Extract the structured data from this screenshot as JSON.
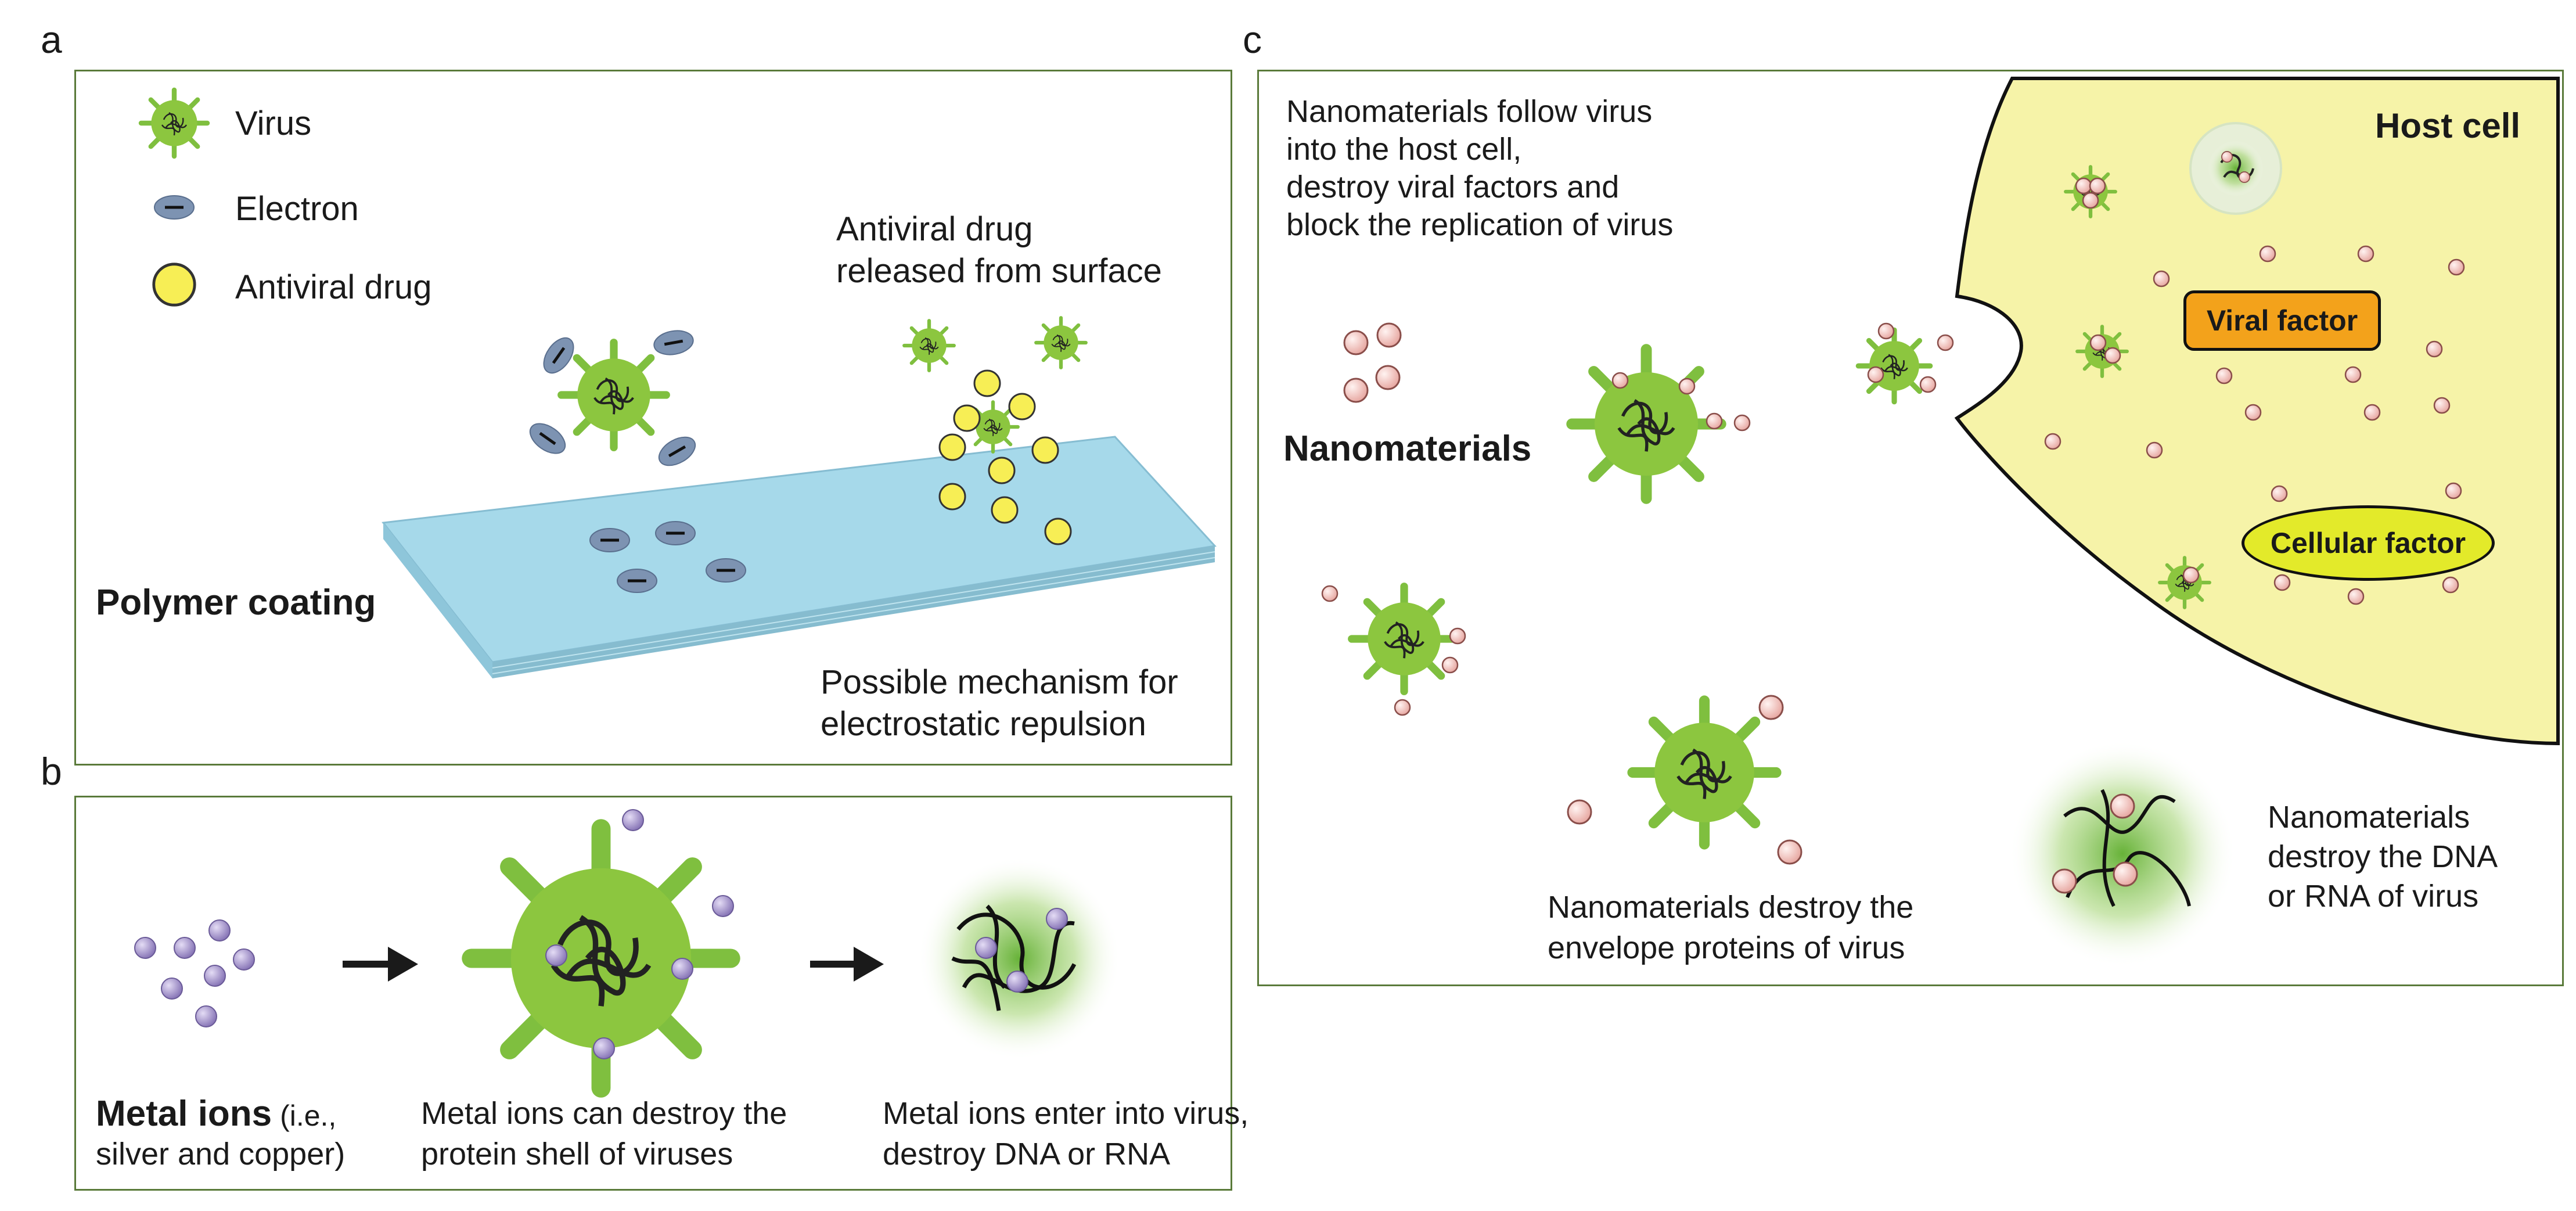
{
  "panels": {
    "a": {
      "letter": "a",
      "legend": {
        "virus": "Virus",
        "electron": "Electron",
        "drug": "Antiviral drug"
      },
      "drug_release_line1": "Antiviral drug",
      "drug_release_line2": "released from surface",
      "coating": "Polymer coating",
      "mechanism_line1": "Possible mechanism for",
      "mechanism_line2": "electrostatic repulsion"
    },
    "b": {
      "letter": "b",
      "metal_ions_bold": "Metal ions",
      "metal_ions_suffix": " (i.e.,",
      "metal_ions_line2": "silver and copper)",
      "shell_line1": "Metal ions can destroy the",
      "shell_line2": "protein shell of viruses",
      "enter_line1": "Metal ions enter into virus,",
      "enter_line2": "destroy DNA or RNA"
    },
    "c": {
      "letter": "c",
      "follow_line1": "Nanomaterials follow virus",
      "follow_line2": "into the host cell,",
      "follow_line3": "destroy viral factors and",
      "follow_line4": "block the replication of virus",
      "nanomaterials": "Nanomaterials",
      "host_cell": "Host cell",
      "viral_factor": "Viral factor",
      "cellular_factor": "Cellular factor",
      "envelope_line1": "Nanomaterials destroy the",
      "envelope_line2": "envelope proteins of virus",
      "dna_line1": "Nanomaterials",
      "dna_line2": "destroy the DNA",
      "dna_line3": "or RNA of virus"
    }
  },
  "colors": {
    "virus": "#8cc63f",
    "spike": "#7fbf3f",
    "electron": "#7d93b2",
    "drug": "#f7ee55",
    "coating": "#a6d9ea",
    "metal_ion": "#9b8ac4",
    "nanoparticle": "#f2c6c2",
    "host_cell": "#f6f3a8",
    "viral_factor": "#f3a21b",
    "cellular_factor": "#e3ea2a",
    "panel_border": "#5a7a3a"
  }
}
